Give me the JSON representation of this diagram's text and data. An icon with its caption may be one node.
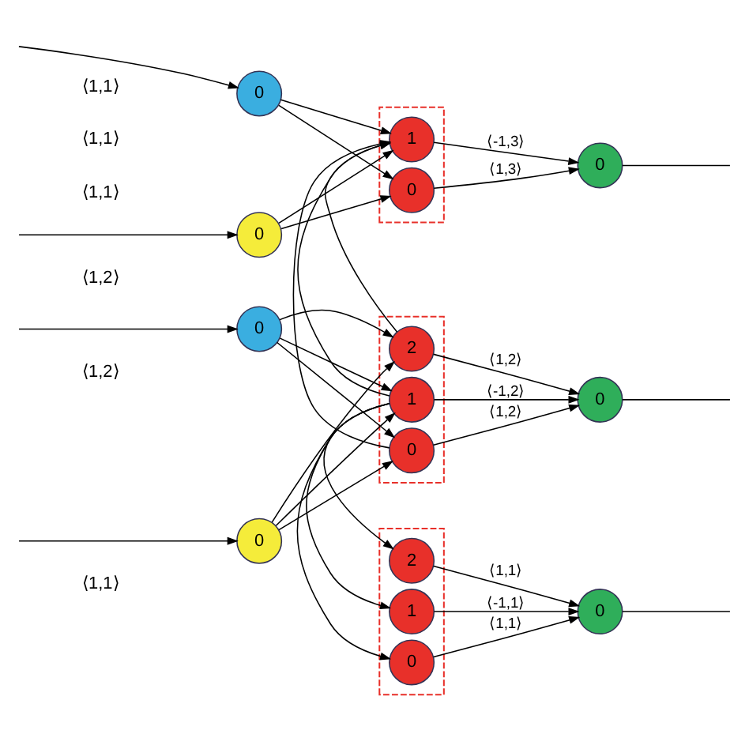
{
  "diagram": {
    "nodes": [
      {
        "text": [
          "0"
        ]
      },
      {
        "text": [
          "0"
        ]
      },
      {
        "text": [
          "0"
        ]
      },
      {
        "text": [
          "0"
        ]
      },
      {
        "text": [],
        "shape": "box"
      },
      {
        "text": [
          "2"
        ],
        "in": 4
      },
      {
        "text": [
          "1"
        ],
        "in": 4
      },
      {
        "text": [
          "0"
        ],
        "in": 4
      },
      {
        "text": [],
        "shape": "box"
      },
      {
        "text": [
          "2"
        ],
        "in": 8
      },
      {
        "text": [
          "1"
        ],
        "in": 8
      },
      {
        "text": [
          "0"
        ],
        "in": 8
      },
      {
        "text": [],
        "shape": "box"
      },
      {
        "text": [
          "1"
        ],
        "in": 12
      },
      {
        "text": [
          "0"
        ],
        "in": 12
      },
      {
        "text": [
          "0"
        ]
      },
      {
        "text": [
          "0"
        ]
      },
      {
        "text": [
          "0"
        ]
      }
    ],
    "edges": [
      {
        "from": null,
        "to": 0,
        "arrow": "to"
      },
      {
        "from": null,
        "to": 1,
        "arrow": "to"
      },
      {
        "from": null,
        "to": 2,
        "arrow": "to"
      },
      {
        "from": null,
        "to": 3,
        "arrow": "to"
      },
      {
        "from": 0,
        "to": 9,
        "arrow": "to"
      },
      {
        "from": 0,
        "to": 10,
        "arrow": "to"
      },
      {
        "from": 0,
        "to": 11,
        "arrow": "to"
      },
      {
        "from": 1,
        "to": 13,
        "arrow": "to"
      },
      {
        "from": 1,
        "to": 14,
        "arrow": "to"
      },
      {
        "from": 2,
        "to": 9,
        "arrow": "to"
      },
      {
        "from": 2,
        "to": 10,
        "arrow": "to"
      },
      {
        "from": 2,
        "to": 11,
        "arrow": "to"
      },
      {
        "from": 3,
        "to": 13,
        "arrow": "to"
      },
      {
        "from": 3,
        "to": 14,
        "arrow": "to"
      },
      {
        "from": 10,
        "to": 5,
        "arrow": "to"
      },
      {
        "from": 10,
        "to": 6,
        "arrow": "to"
      },
      {
        "from": 10,
        "to": 7,
        "arrow": "to"
      },
      {
        "from": 9,
        "to": 13,
        "arrow": "to"
      },
      {
        "from": 10,
        "to": 13,
        "arrow": "to"
      },
      {
        "from": 11,
        "to": 13,
        "arrow": "to"
      },
      {
        "from": 5,
        "to": 15,
        "arrow": "to",
        "label": "⟨1,1⟩"
      },
      {
        "from": 6,
        "to": 15,
        "arrow": "to",
        "label": "⟨-1,1⟩"
      },
      {
        "from": 7,
        "to": 15,
        "arrow": "to",
        "label": "⟨1,1⟩"
      },
      {
        "from": 9,
        "to": 16,
        "arrow": "to",
        "label": "⟨1,2⟩"
      },
      {
        "from": 10,
        "to": 16,
        "arrow": "to",
        "label": "⟨-1,2⟩"
      },
      {
        "from": 11,
        "to": 16,
        "arrow": "to",
        "label": "⟨1,2⟩"
      },
      {
        "from": 13,
        "to": 17,
        "arrow": "to",
        "label": "⟨-1,3⟩"
      },
      {
        "from": 14,
        "to": 17,
        "arrow": "to",
        "label": "⟨1,3⟩"
      },
      {
        "from": 15,
        "to": null,
        "arrow": "none"
      },
      {
        "from": 16,
        "to": null,
        "arrow": "none"
      },
      {
        "from": 17,
        "to": null,
        "arrow": "none"
      }
    ],
    "labels": [
      "⟨1,1⟩",
      "⟨1,2⟩",
      "⟨1,2⟩",
      "⟨1,1⟩",
      "⟨1,1⟩",
      "⟨1,1⟩"
    ]
  }
}
